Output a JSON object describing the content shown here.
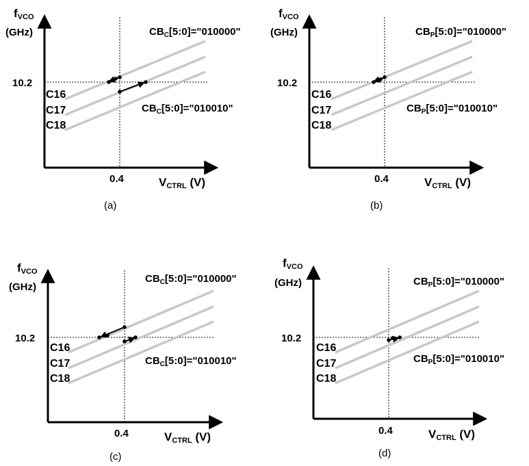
{
  "panels": [
    {
      "caption": "(a)",
      "y_label_main": "f",
      "y_label_sub": "VCO",
      "y_unit": "(GHz)",
      "x_label_main": "V",
      "x_label_sub": "CTRL",
      "x_unit": " (V)",
      "y_tick": "10.2",
      "x_tick": "0.4",
      "curves": [
        "C16",
        "C17",
        "C18"
      ],
      "top_label": {
        "pre": "CB",
        "sub": "C",
        "post": "[5:0]=\"010000\""
      },
      "bottom_label": {
        "pre": "CB",
        "sub": "C",
        "post": "[5:0]=\"010010\""
      }
    },
    {
      "caption": "(b)",
      "y_label_main": "f",
      "y_label_sub": "VCO",
      "y_unit": "(GHz)",
      "x_label_main": "V",
      "x_label_sub": "CTRL",
      "x_unit": " (V)",
      "y_tick": "10.2",
      "x_tick": "0.4",
      "curves": [
        "C16",
        "C17",
        "C18"
      ],
      "top_label": {
        "pre": "CB",
        "sub": "P",
        "post": "[5:0]=\"010000\""
      },
      "bottom_label": {
        "pre": "CB",
        "sub": "P",
        "post": "[5:0]=\"010010\""
      }
    },
    {
      "caption": "(c)",
      "y_label_main": "f",
      "y_label_sub": "VCO",
      "y_unit": "(GHz)",
      "x_label_main": "V",
      "x_label_sub": "CTRL",
      "x_unit": " (V)",
      "y_tick": "10.2",
      "x_tick": "0.4",
      "curves": [
        "C16",
        "C17",
        "C18"
      ],
      "top_label": {
        "pre": "CB",
        "sub": "C",
        "post": "[5:0]=\"010000\""
      },
      "bottom_label": {
        "pre": "CB",
        "sub": "C",
        "post": "[5:0]=\"010010\""
      }
    },
    {
      "caption": "(d)",
      "y_label_main": "f",
      "y_label_sub": "VCO",
      "y_unit": "(GHz)",
      "x_label_main": "V",
      "x_label_sub": "CTRL",
      "x_unit": " (V)",
      "y_tick": "10.2",
      "x_tick": "0.4",
      "curves": [
        "C16",
        "C17",
        "C18"
      ],
      "top_label": {
        "pre": "CB",
        "sub": "P",
        "post": "[5:0]=\"010000\""
      },
      "bottom_label": {
        "pre": "CB",
        "sub": "P",
        "post": "[5:0]=\"010010\""
      }
    }
  ],
  "colors": {
    "curve": "#c8c8c8",
    "axis": "#000000",
    "marker": "#000000"
  }
}
